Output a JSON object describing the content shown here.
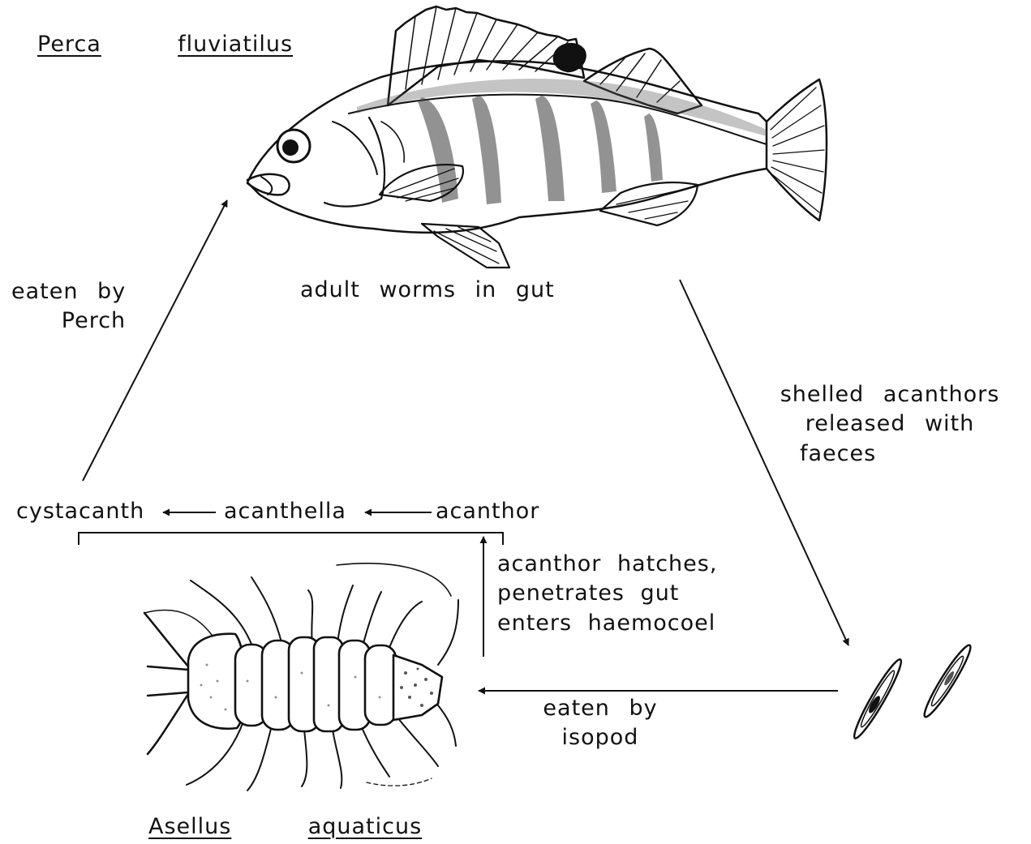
{
  "host": {
    "genus": "Perca",
    "species": "fluviatilus",
    "stage_label": "adult worms in gut"
  },
  "intermediate_host": {
    "genus": "Asellus",
    "species": "aquaticus"
  },
  "transitions": {
    "release": {
      "line1": "shelled acanthors",
      "line2": "released with",
      "line3": "faeces"
    },
    "ingestion_by_isopod": {
      "line1": "eaten by",
      "line2": "isopod"
    },
    "hatching": {
      "line1": "acanthor hatches,",
      "line2": "penetrates gut",
      "line3": "enters haemocoel"
    },
    "ingestion_by_perch": {
      "line1": "eaten by",
      "line2": "Perch"
    }
  },
  "larval_stages": [
    "cystacanth",
    "acanthella",
    "acanthor"
  ],
  "colors": {
    "ink": "#111111",
    "paper": "#ffffff"
  }
}
